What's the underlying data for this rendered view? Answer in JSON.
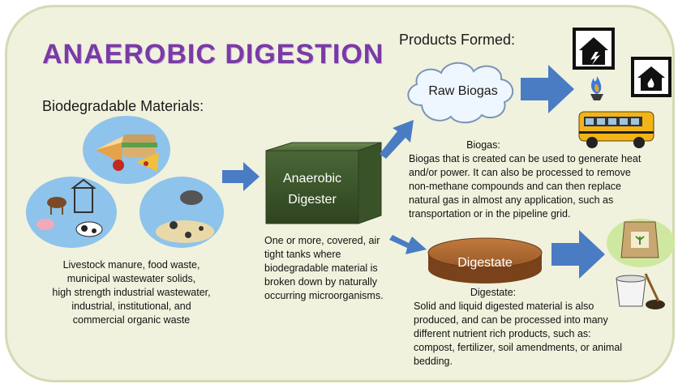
{
  "title": "ANAEROBIC DIGESTION",
  "inputs": {
    "heading": "Biodegradable Materials:",
    "description": "Livestock manure, food waste, municipal wastewater solids, high strength industrial wastewater, industrial, institutional, and commercial organic waste",
    "description_lines": [
      "Livestock manure, food waste,",
      "municipal wastewater solids,",
      "high strength industrial wastewater,",
      "industrial, institutional, and",
      "commercial organic waste"
    ]
  },
  "digester": {
    "label_line1": "Anaerobic",
    "label_line2": "Digester",
    "description_lines": [
      "One or more, covered, air",
      "tight tanks where",
      "biodegradable material is",
      "broken down by naturally",
      "occurring microorganisms."
    ]
  },
  "products": {
    "heading": "Products Formed:",
    "biogas": {
      "label": "Raw Biogas",
      "heading": "Biogas:",
      "description_lines": [
        "Biogas that is created can be used to generate heat",
        "and/or power.  It can also be  processed to remove",
        "non-methane compounds and can then replace",
        "natural gas in almost any application, such as",
        "transportation or in the pipeline grid."
      ]
    },
    "digestate": {
      "label": "Digestate",
      "heading": "Digestate:",
      "description_lines": [
        "Solid and liquid digested material is also",
        "produced, and can be processed into many",
        "different nutrient rich products, such as:",
        "compost, fertilizer, soil amendments, or animal",
        "bedding."
      ]
    }
  },
  "icons": [
    "food-waste-icon",
    "livestock-icon",
    "organic-waste-icon",
    "electricity-house-icon",
    "flame-icon",
    "heated-house-icon",
    "school-bus-icon",
    "fertilizer-bag-icon",
    "soil-bucket-icon"
  ],
  "colors": {
    "title": "#7a3aa6",
    "arrow": "#4a7cc4",
    "digester": "#3f5a2e",
    "digestate": "#9a5a28",
    "background": "#f0f2dd"
  }
}
